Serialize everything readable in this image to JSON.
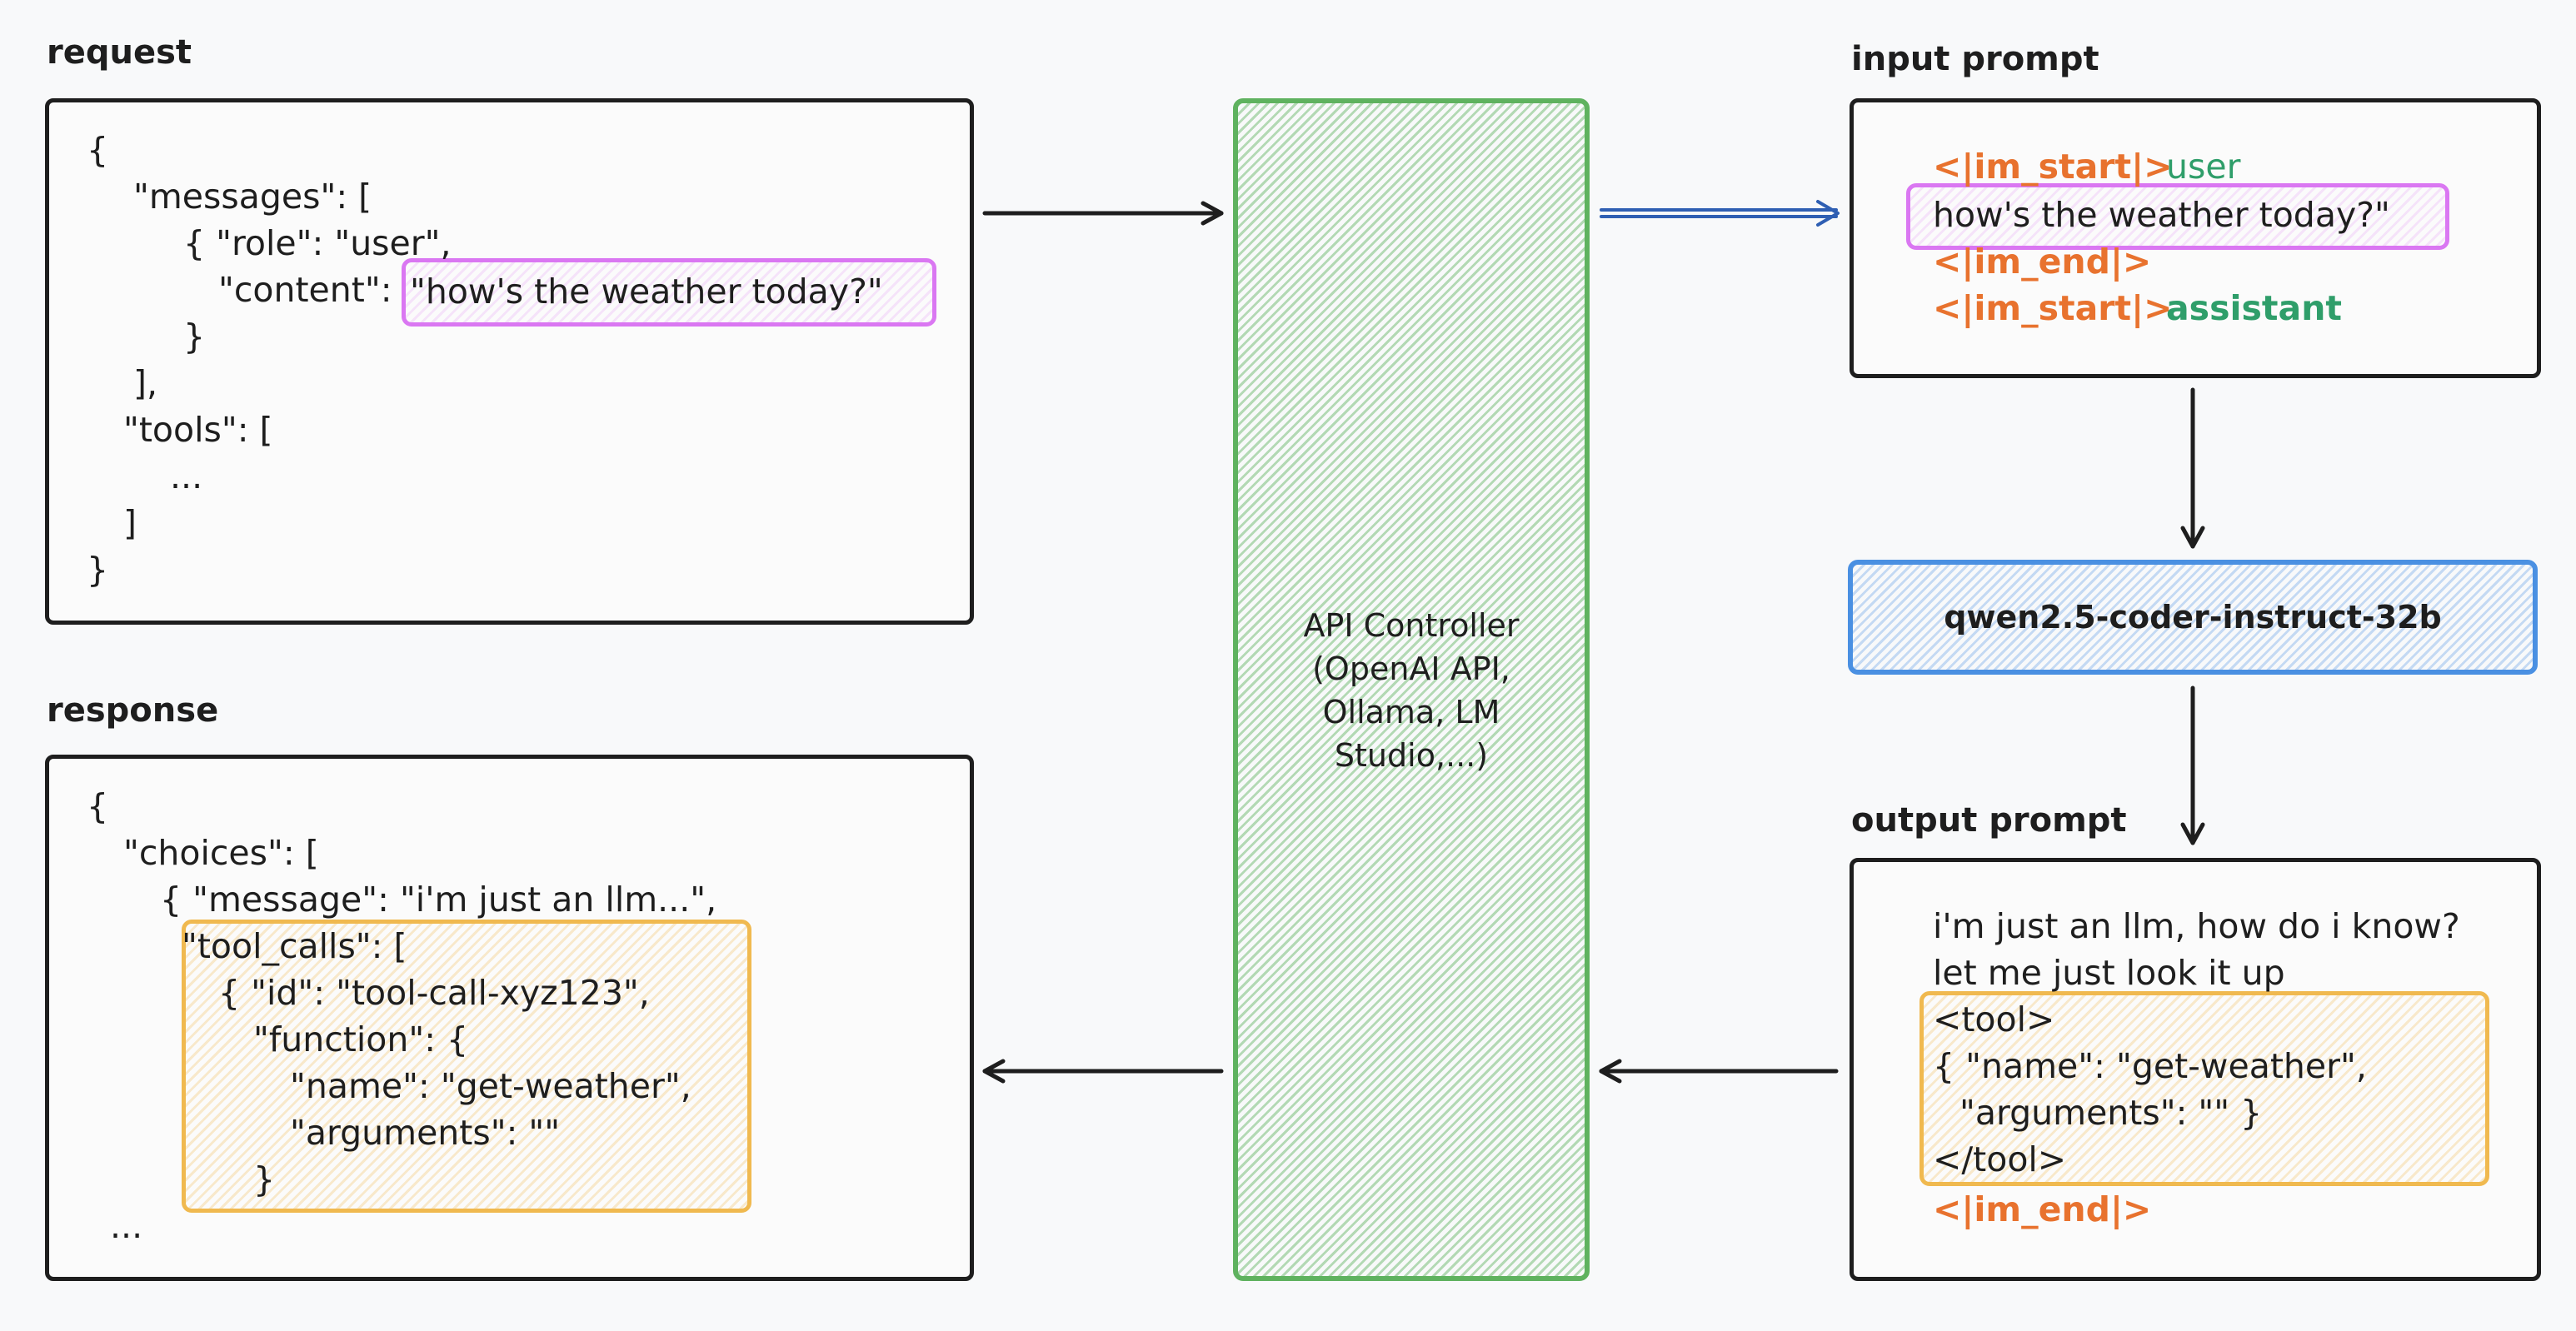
{
  "labels": {
    "request": "request",
    "response": "response",
    "input_prompt": "input prompt",
    "output_prompt": "output prompt"
  },
  "request": {
    "lines": [
      "{",
      "\"messages\": [",
      "{ \"role\": \"user\",",
      "\"content\":",
      "\"how's the weather today?\"",
      "}",
      "],",
      "\"tools\": [",
      "...",
      "]",
      "}"
    ]
  },
  "response": {
    "lines": [
      "{",
      "\"choices\": [",
      "{ \"message\": \"i'm just an llm...\",",
      "\"tool_calls\": [",
      "{ \"id\": \"tool-call-xyz123\",",
      "\"function\": {",
      "\"name\": \"get-weather\",",
      "\"arguments\": \"\"",
      "}",
      "..."
    ]
  },
  "controller": {
    "lines": [
      "API Controller",
      "(OpenAI API,",
      "Ollama, LM",
      "Studio,...)"
    ]
  },
  "input_prompt": {
    "im_start": "<|im_start|>",
    "user": "user",
    "question": "how's the weather today?\"",
    "im_end": "<|im_end|>",
    "assistant": "assistant"
  },
  "model": {
    "name": "qwen2.5-coder-instruct-32b"
  },
  "output_prompt": {
    "line1": "i'm just an llm, how do i know?",
    "line2": "let me just look it up",
    "tool_open": "<tool>",
    "tool_line1": "{ \"name\": \"get-weather\",",
    "tool_line2": "\"arguments\": \"\" }",
    "tool_close": "</tool>",
    "im_end": "<|im_end|>"
  },
  "colors": {
    "special_token": "#e8722e",
    "role_token": "#2f9e6a",
    "content_highlight": "#da77f2",
    "tool_highlight": "#f0b94f",
    "controller": "#5fb25f",
    "model": "#4a90e2"
  }
}
